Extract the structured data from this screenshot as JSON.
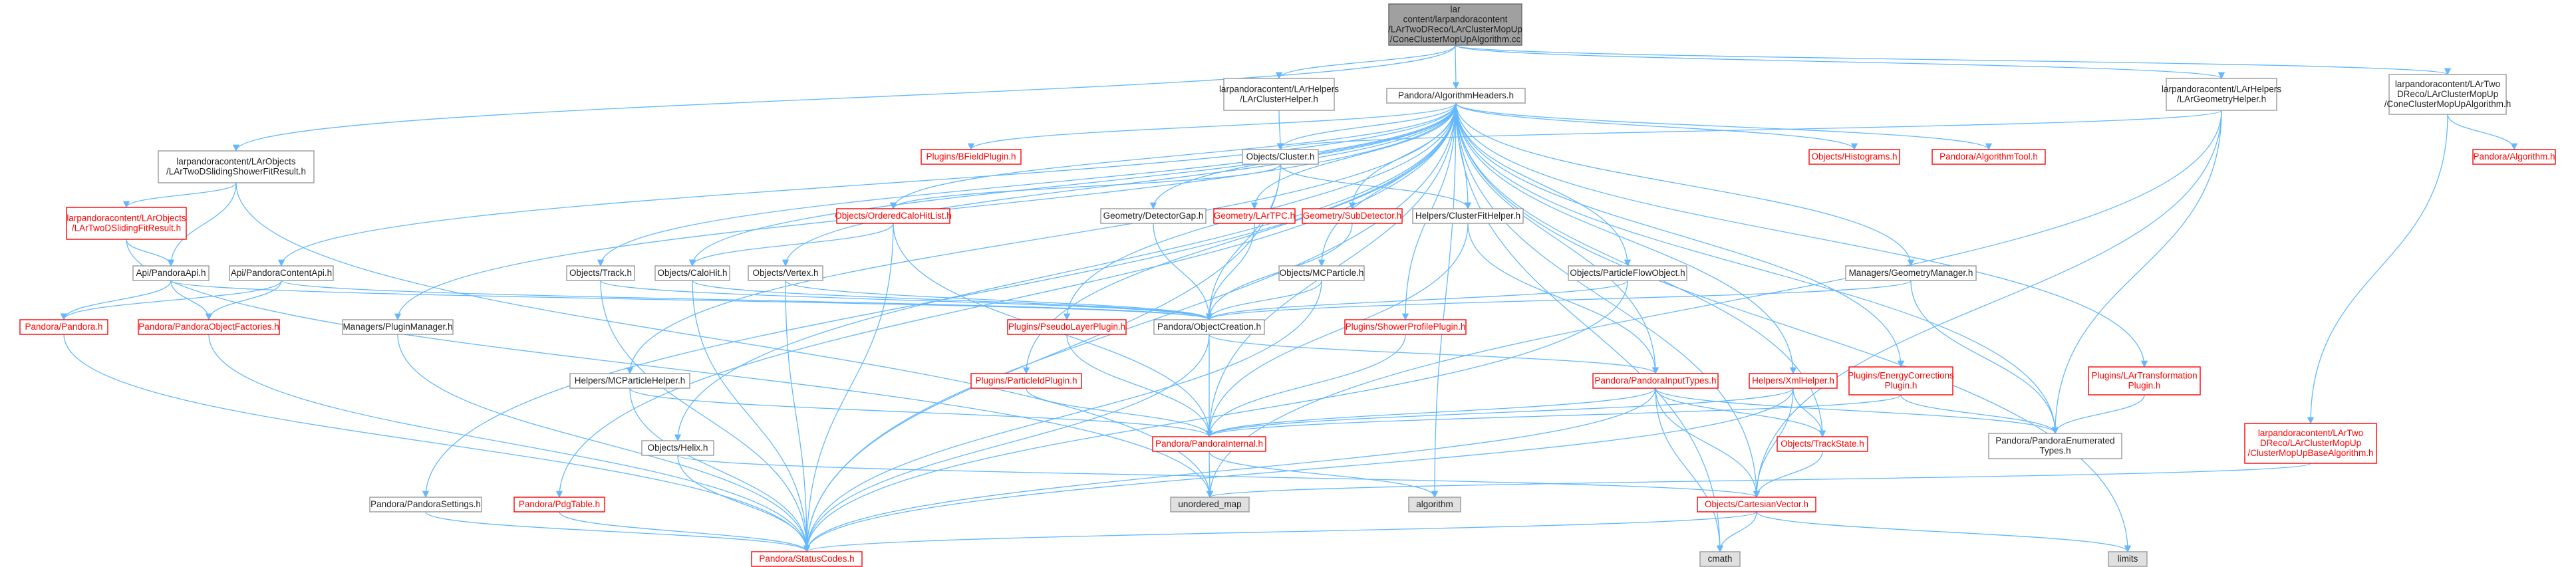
{
  "nodes": [
    {
      "id": "root",
      "lines": [
        "lar",
        "content/larpandoracontent",
        "/LArTwoDReco/LArClusterMopUp",
        "/ConeClusterMopUpAlgorithm.cc"
      ],
      "style": "root"
    },
    {
      "id": "clusterhelper",
      "lines": [
        "larpandoracontent/LArHelpers",
        "/LArClusterHelper.h"
      ],
      "style": "plain"
    },
    {
      "id": "algheaders",
      "lines": [
        "Pandora/AlgorithmHeaders.h"
      ],
      "style": "plain"
    },
    {
      "id": "geomhelper",
      "lines": [
        "larpandoracontent/LArHelpers",
        "/LArGeometryHelper.h"
      ],
      "style": "plain"
    },
    {
      "id": "coneh",
      "lines": [
        "larpandoracontent/LArTwo",
        "DReco/LArClusterMopUp",
        "/ConeClusterMopUpAlgorithm.h"
      ],
      "style": "plain"
    },
    {
      "id": "twodfit",
      "lines": [
        "larpandoracontent/LArObjects",
        "/LArTwoDSlidingShowerFitResult.h"
      ],
      "style": "plain"
    },
    {
      "id": "twodfit2",
      "lines": [
        "larpandoracontent/LArObjects",
        "/LArTwoDSlidingFitResult.h"
      ],
      "style": "red"
    },
    {
      "id": "bfield",
      "lines": [
        "Plugins/BFieldPlugin.h"
      ],
      "style": "red"
    },
    {
      "id": "cluster",
      "lines": [
        "Objects/Cluster.h"
      ],
      "style": "plain"
    },
    {
      "id": "histograms",
      "lines": [
        "Objects/Histograms.h"
      ],
      "style": "red"
    },
    {
      "id": "algtool",
      "lines": [
        "Pandora/AlgorithmTool.h"
      ],
      "style": "red"
    },
    {
      "id": "algorithm",
      "lines": [
        "Pandora/Algorithm.h"
      ],
      "style": "red"
    },
    {
      "id": "orderedcalo",
      "lines": [
        "Objects/OrderedCaloHitList.h"
      ],
      "style": "red"
    },
    {
      "id": "detectorgap",
      "lines": [
        "Geometry/DetectorGap.h"
      ],
      "style": "plain"
    },
    {
      "id": "lartpc",
      "lines": [
        "Geometry/LArTPC.h"
      ],
      "style": "red"
    },
    {
      "id": "subdetector",
      "lines": [
        "Geometry/SubDetector.h"
      ],
      "style": "red"
    },
    {
      "id": "clusterfit",
      "lines": [
        "Helpers/ClusterFitHelper.h"
      ],
      "style": "plain"
    },
    {
      "id": "apih",
      "lines": [
        "Api/PandoraApi.h"
      ],
      "style": "plain"
    },
    {
      "id": "contentapi",
      "lines": [
        "Api/PandoraContentApi.h"
      ],
      "style": "plain"
    },
    {
      "id": "track",
      "lines": [
        "Objects/Track.h"
      ],
      "style": "plain"
    },
    {
      "id": "calohit",
      "lines": [
        "Objects/CaloHit.h"
      ],
      "style": "plain"
    },
    {
      "id": "vertex",
      "lines": [
        "Objects/Vertex.h"
      ],
      "style": "plain"
    },
    {
      "id": "mcparticle",
      "lines": [
        "Objects/MCParticle.h"
      ],
      "style": "plain"
    },
    {
      "id": "pfo",
      "lines": [
        "Objects/ParticleFlowObject.h"
      ],
      "style": "plain"
    },
    {
      "id": "geommgr",
      "lines": [
        "Managers/GeometryManager.h"
      ],
      "style": "plain"
    },
    {
      "id": "pandorah",
      "lines": [
        "Pandora/Pandora.h"
      ],
      "style": "red"
    },
    {
      "id": "objfactories",
      "lines": [
        "Pandora/PandoraObjectFactories.h"
      ],
      "style": "red"
    },
    {
      "id": "pluginmgr",
      "lines": [
        "Managers/PluginManager.h"
      ],
      "style": "plain"
    },
    {
      "id": "objcreation",
      "lines": [
        "Pandora/ObjectCreation.h"
      ],
      "style": "plain"
    },
    {
      "id": "pseudolayer",
      "lines": [
        "Plugins/PseudoLayerPlugin.h"
      ],
      "style": "red"
    },
    {
      "id": "showerprofile",
      "lines": [
        "Plugins/ShowerProfilePlugin.h"
      ],
      "style": "red"
    },
    {
      "id": "mcpartHelper",
      "lines": [
        "Helpers/MCParticleHelper.h"
      ],
      "style": "plain"
    },
    {
      "id": "particleid",
      "lines": [
        "Plugins/ParticleIdPlugin.h"
      ],
      "style": "red"
    },
    {
      "id": "inputtypes",
      "lines": [
        "Pandora/PandoraInputTypes.h"
      ],
      "style": "red"
    },
    {
      "id": "xmlhelper",
      "lines": [
        "Helpers/XmlHelper.h"
      ],
      "style": "red"
    },
    {
      "id": "energycorr",
      "lines": [
        "Plugins/EnergyCorrections",
        "Plugin.h"
      ],
      "style": "red"
    },
    {
      "id": "lartransf",
      "lines": [
        "Plugins/LArTransformation",
        "Plugin.h"
      ],
      "style": "red"
    },
    {
      "id": "mopupbase",
      "lines": [
        "larpandoracontent/LArTwo",
        "DReco/LArClusterMopUp",
        "/ClusterMopUpBaseAlgorithm.h"
      ],
      "style": "red"
    },
    {
      "id": "helix",
      "lines": [
        "Objects/Helix.h"
      ],
      "style": "plain"
    },
    {
      "id": "internal",
      "lines": [
        "Pandora/PandoraInternal.h"
      ],
      "style": "red"
    },
    {
      "id": "trackstate",
      "lines": [
        "Objects/TrackState.h"
      ],
      "style": "red"
    },
    {
      "id": "enumtypes",
      "lines": [
        "Pandora/PandoraEnumerated",
        "Types.h"
      ],
      "style": "plain"
    },
    {
      "id": "settings",
      "lines": [
        "Pandora/PandoraSettings.h"
      ],
      "style": "plain"
    },
    {
      "id": "pdgtable",
      "lines": [
        "Pandora/PdgTable.h"
      ],
      "style": "red"
    },
    {
      "id": "unorderedmap",
      "lines": [
        "unordered_map"
      ],
      "style": "grey"
    },
    {
      "id": "algorithmstd",
      "lines": [
        "algorithm"
      ],
      "style": "grey"
    },
    {
      "id": "cartesian",
      "lines": [
        "Objects/CartesianVector.h"
      ],
      "style": "red"
    },
    {
      "id": "statuscodes",
      "lines": [
        "Pandora/StatusCodes.h"
      ],
      "style": "red"
    },
    {
      "id": "cmath",
      "lines": [
        "cmath"
      ],
      "style": "grey"
    },
    {
      "id": "limits",
      "lines": [
        "limits"
      ],
      "style": "grey"
    }
  ],
  "edges": [
    [
      "root",
      "clusterhelper"
    ],
    [
      "root",
      "algheaders"
    ],
    [
      "root",
      "geomhelper"
    ],
    [
      "root",
      "coneh"
    ],
    [
      "root",
      "twodfit"
    ],
    [
      "clusterhelper",
      "cluster"
    ],
    [
      "algheaders",
      "bfield"
    ],
    [
      "algheaders",
      "cluster"
    ],
    [
      "algheaders",
      "histograms"
    ],
    [
      "algheaders",
      "algtool"
    ],
    [
      "algheaders",
      "orderedcalo"
    ],
    [
      "algheaders",
      "detectorgap"
    ],
    [
      "algheaders",
      "lartpc"
    ],
    [
      "algheaders",
      "subdetector"
    ],
    [
      "algheaders",
      "clusterfit"
    ],
    [
      "algheaders",
      "contentapi"
    ],
    [
      "algheaders",
      "track"
    ],
    [
      "algheaders",
      "calohit"
    ],
    [
      "algheaders",
      "vertex"
    ],
    [
      "algheaders",
      "mcparticle"
    ],
    [
      "algheaders",
      "pfo"
    ],
    [
      "algheaders",
      "geommgr"
    ],
    [
      "algheaders",
      "pluginmgr"
    ],
    [
      "algheaders",
      "pseudolayer"
    ],
    [
      "algheaders",
      "showerprofile"
    ],
    [
      "algheaders",
      "mcpartHelper"
    ],
    [
      "algheaders",
      "particleid"
    ],
    [
      "algheaders",
      "inputtypes"
    ],
    [
      "algheaders",
      "xmlhelper"
    ],
    [
      "algheaders",
      "energycorr"
    ],
    [
      "algheaders",
      "lartransf"
    ],
    [
      "algheaders",
      "helix"
    ],
    [
      "algheaders",
      "internal"
    ],
    [
      "algheaders",
      "trackstate"
    ],
    [
      "algheaders",
      "enumtypes"
    ],
    [
      "algheaders",
      "settings"
    ],
    [
      "algheaders",
      "pdgtable"
    ],
    [
      "algheaders",
      "cartesian"
    ],
    [
      "algheaders",
      "statuscodes"
    ],
    [
      "algheaders",
      "algorithmstd"
    ],
    [
      "algheaders",
      "cmath"
    ],
    [
      "algheaders",
      "limits"
    ],
    [
      "geomhelper",
      "cluster"
    ],
    [
      "geomhelper",
      "enumtypes"
    ],
    [
      "geomhelper",
      "unorderedmap"
    ],
    [
      "geomhelper",
      "cartesian"
    ],
    [
      "coneh",
      "algorithm"
    ],
    [
      "coneh",
      "mopupbase"
    ],
    [
      "twodfit",
      "twodfit2"
    ],
    [
      "twodfit",
      "apih"
    ],
    [
      "twodfit",
      "unorderedmap"
    ],
    [
      "twodfit2",
      "apih"
    ],
    [
      "twodfit2",
      "unorderedmap"
    ],
    [
      "cluster",
      "orderedcalo"
    ],
    [
      "cluster",
      "clusterfit"
    ],
    [
      "cluster",
      "objcreation"
    ],
    [
      "cluster",
      "statuscodes"
    ],
    [
      "orderedcalo",
      "calohit"
    ],
    [
      "orderedcalo",
      "internal"
    ],
    [
      "orderedcalo",
      "statuscodes"
    ],
    [
      "detectorgap",
      "objcreation"
    ],
    [
      "lartpc",
      "objcreation"
    ],
    [
      "subdetector",
      "objcreation"
    ],
    [
      "clusterfit",
      "internal"
    ],
    [
      "clusterfit",
      "inputtypes"
    ],
    [
      "apih",
      "pandorah"
    ],
    [
      "apih",
      "objfactories"
    ],
    [
      "apih",
      "objcreation"
    ],
    [
      "contentapi",
      "pandorah"
    ],
    [
      "contentapi",
      "objfactories"
    ],
    [
      "contentapi",
      "objcreation"
    ],
    [
      "track",
      "objcreation"
    ],
    [
      "track",
      "statuscodes"
    ],
    [
      "calohit",
      "objcreation"
    ],
    [
      "calohit",
      "statuscodes"
    ],
    [
      "vertex",
      "objcreation"
    ],
    [
      "vertex",
      "statuscodes"
    ],
    [
      "mcparticle",
      "objcreation"
    ],
    [
      "mcparticle",
      "statuscodes"
    ],
    [
      "pfo",
      "objcreation"
    ],
    [
      "pfo",
      "statuscodes"
    ],
    [
      "geommgr",
      "objcreation"
    ],
    [
      "geommgr",
      "enumtypes"
    ],
    [
      "pandorah",
      "statuscodes"
    ],
    [
      "objfactories",
      "statuscodes"
    ],
    [
      "pluginmgr",
      "statuscodes"
    ],
    [
      "objcreation",
      "internal"
    ],
    [
      "objcreation",
      "inputtypes"
    ],
    [
      "objcreation",
      "statuscodes"
    ],
    [
      "pseudolayer",
      "internal"
    ],
    [
      "showerprofile",
      "internal"
    ],
    [
      "particleid",
      "internal"
    ],
    [
      "mcpartHelper",
      "internal"
    ],
    [
      "mcpartHelper",
      "statuscodes"
    ],
    [
      "inputtypes",
      "internal"
    ],
    [
      "inputtypes",
      "enumtypes"
    ],
    [
      "inputtypes",
      "trackstate"
    ],
    [
      "inputtypes",
      "cartesian"
    ],
    [
      "inputtypes",
      "statuscodes"
    ],
    [
      "inputtypes",
      "cmath"
    ],
    [
      "xmlhelper",
      "internal"
    ],
    [
      "xmlhelper",
      "trackstate"
    ],
    [
      "xmlhelper",
      "cartesian"
    ],
    [
      "xmlhelper",
      "statuscodes"
    ],
    [
      "energycorr",
      "internal"
    ],
    [
      "energycorr",
      "enumtypes"
    ],
    [
      "lartransf",
      "enumtypes"
    ],
    [
      "mopupbase",
      "unorderedmap"
    ],
    [
      "helix",
      "cartesian"
    ],
    [
      "helix",
      "statuscodes"
    ],
    [
      "internal",
      "unorderedmap"
    ],
    [
      "internal",
      "algorithmstd"
    ],
    [
      "trackstate",
      "cartesian"
    ],
    [
      "settings",
      "statuscodes"
    ],
    [
      "pdgtable",
      "statuscodes"
    ],
    [
      "cartesian",
      "statuscodes"
    ],
    [
      "cartesian",
      "cmath"
    ],
    [
      "cartesian",
      "limits"
    ]
  ]
}
